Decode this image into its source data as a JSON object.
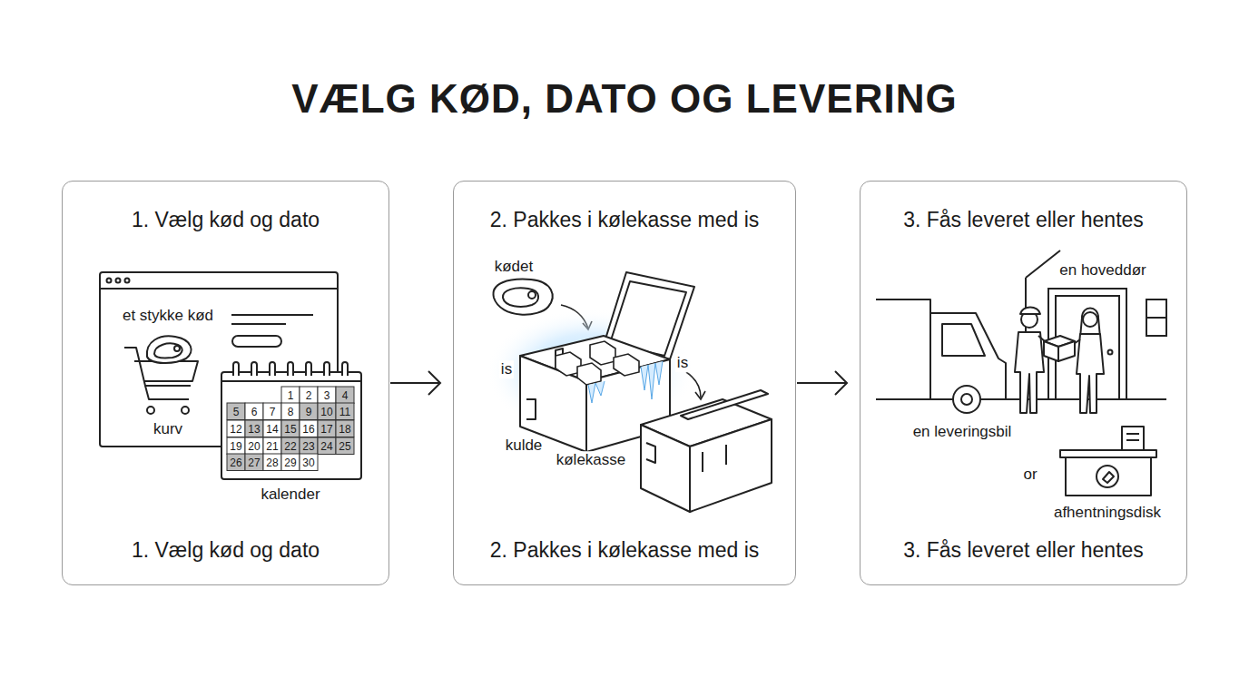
{
  "diagram": {
    "title": "VÆLG KØD, DATO OG LEVERING",
    "nodes": [
      {
        "text": [
          "1. Vælg kød og dato",
          "1. Vælg kød og dato"
        ]
      },
      {
        "text": [
          "2. Pakkes i kølekasse med is",
          "2. Pakkes i kølekasse med is"
        ]
      },
      {
        "text": [
          "3. Fås leveret eller hentes",
          "3. Fås leveret eller hentes"
        ]
      }
    ],
    "edges": [
      {
        "from": 0,
        "to": 1,
        "arrow": "to"
      },
      {
        "from": 1,
        "to": 2,
        "arrow": "to"
      }
    ],
    "labels": [
      "et stykke kød",
      "kurv",
      "1",
      "2",
      "3",
      "4",
      "5",
      "6",
      "7",
      "8",
      "9",
      "10",
      "11",
      "12",
      "13",
      "14",
      "15",
      "16",
      "17",
      "18",
      "19",
      "20",
      "21",
      "22",
      "23",
      "24",
      "25",
      "26",
      "27",
      "28",
      "29",
      "30",
      "kalender",
      "kødet",
      "is",
      "is",
      "kulde",
      "kølekasse",
      "en hoveddør",
      "en leveringsbil",
      "or",
      "afhentningsdisk"
    ]
  }
}
